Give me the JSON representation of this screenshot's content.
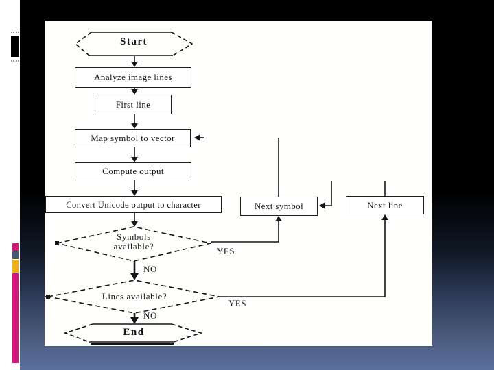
{
  "slide": {
    "background": {
      "top_color": "#000000",
      "bottom_color": "#5c709f"
    },
    "accent": {
      "strip_color": "#ffffff",
      "tab_color": "#000000",
      "pink_square": "#d4177c",
      "slate_square": "#46586c",
      "amber_square": "#edb211",
      "magenta_bar": "#d4177c"
    }
  },
  "flowchart": {
    "line_color": "#161616",
    "nodes": {
      "start": "Start",
      "analyze": "Analyze image lines",
      "first_line": "First line",
      "map_symbol": "Map symbol to vector",
      "compute": "Compute output",
      "convert": "Convert Unicode output to character",
      "next_symbol": "Next symbol",
      "next_line": "Next line",
      "symbols_available": "Symbols available?",
      "lines_available": "Lines available?",
      "end": "End"
    },
    "labels": {
      "symbols_yes": "YES",
      "symbols_no": "NO",
      "lines_yes": "YES",
      "lines_no": "NO"
    }
  }
}
